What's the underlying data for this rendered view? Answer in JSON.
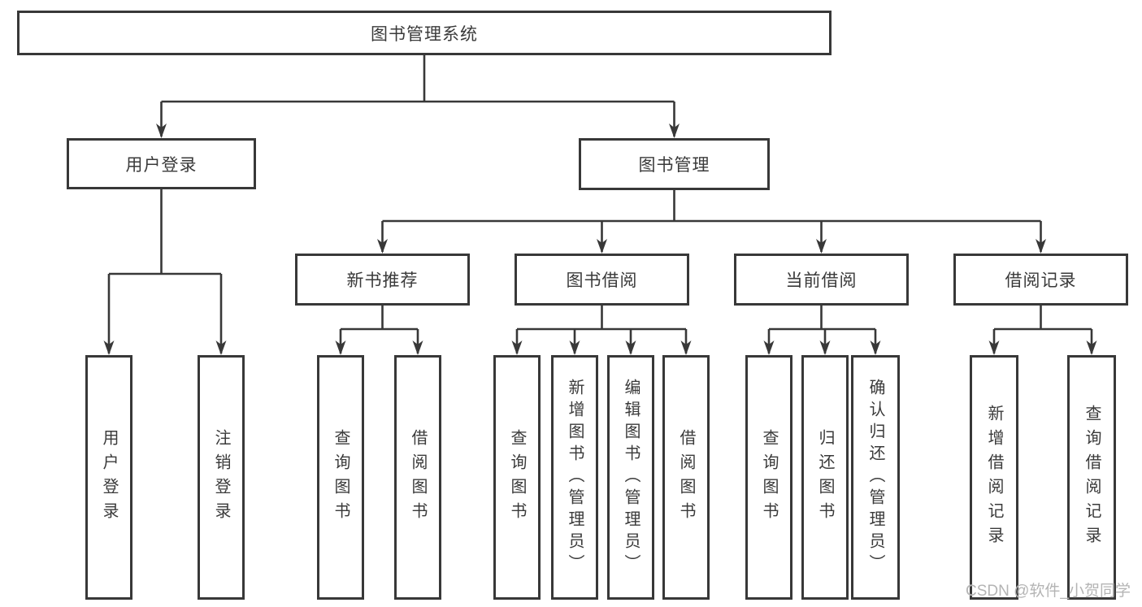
{
  "diagram": {
    "title": "图书管理系统",
    "watermark": "CSDN @软件_小贺同学",
    "colors": {
      "line": "#383838",
      "box_border": "#383838",
      "box_background": "#ffffff",
      "text": "#3a3a3a",
      "watermark": "#b0b0b0",
      "page_background": "#ffffff"
    },
    "tree": {
      "label": "图书管理系统",
      "children": [
        {
          "label": "用户登录",
          "children": [
            {
              "label": "用户登录"
            },
            {
              "label": "注销登录"
            }
          ]
        },
        {
          "label": "图书管理",
          "children": [
            {
              "label": "新书推荐",
              "children": [
                {
                  "label": "查询图书"
                },
                {
                  "label": "借阅图书"
                }
              ]
            },
            {
              "label": "图书借阅",
              "children": [
                {
                  "label": "查询图书"
                },
                {
                  "label": "新增图书（管理员）"
                },
                {
                  "label": "编辑图书（管理员）"
                },
                {
                  "label": "借阅图书"
                }
              ]
            },
            {
              "label": "当前借阅",
              "children": [
                {
                  "label": "查询图书"
                },
                {
                  "label": "归还图书"
                },
                {
                  "label": "确认归还（管理员）"
                }
              ]
            },
            {
              "label": "借阅记录",
              "children": [
                {
                  "label": "新增借阅记录"
                },
                {
                  "label": "查询借阅记录"
                }
              ]
            }
          ]
        }
      ]
    }
  }
}
